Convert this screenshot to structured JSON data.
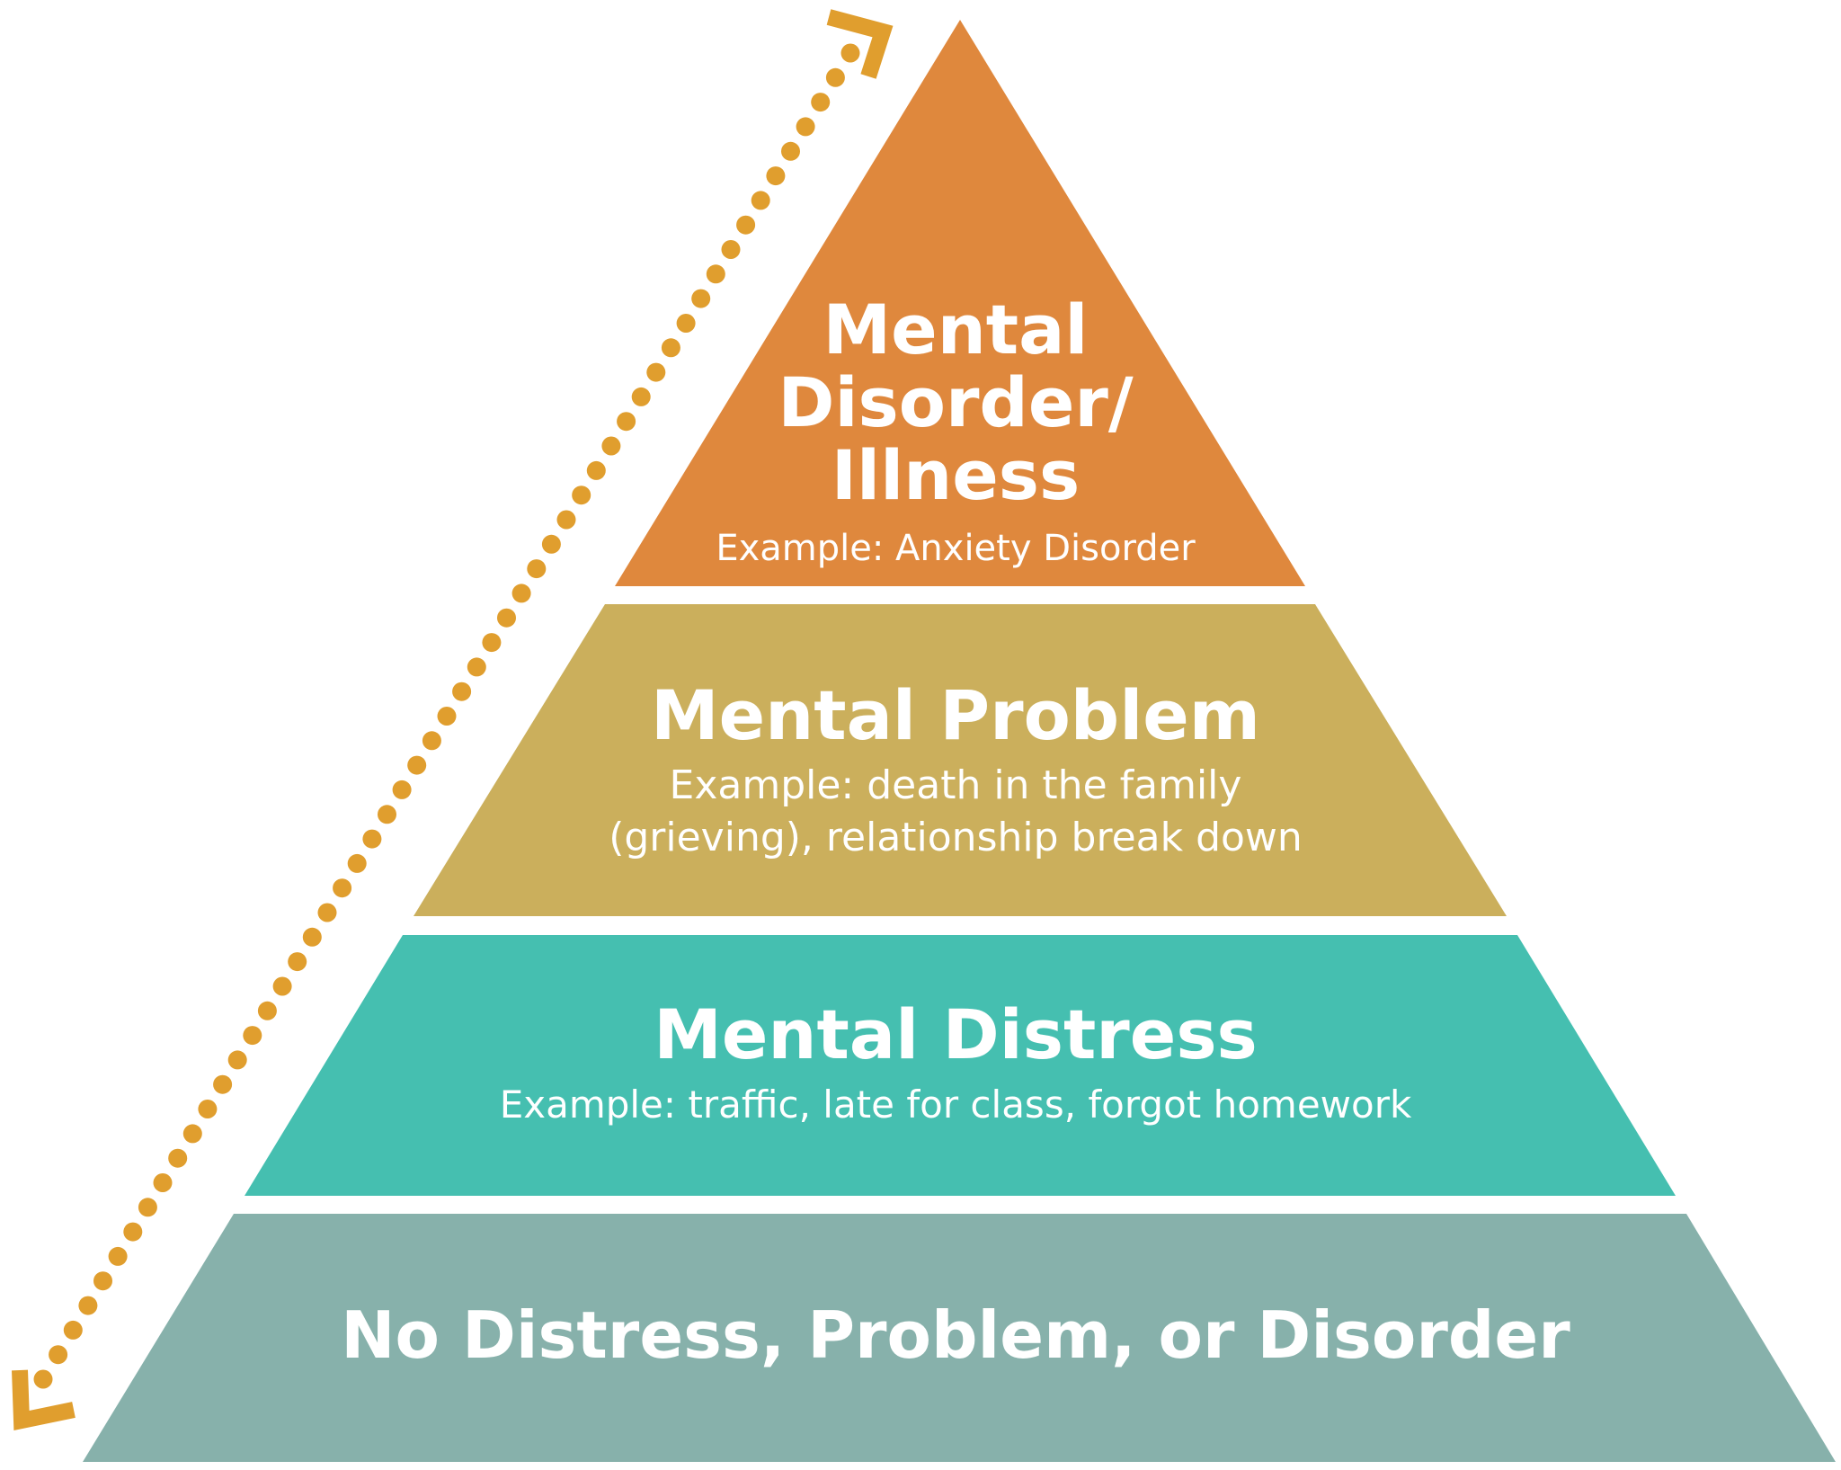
{
  "colors": {
    "background": "#ffffff",
    "arrow": "#E09E2E",
    "text": "#ffffff"
  },
  "arrow": {
    "kind": "dotted double-headed arrow"
  },
  "tiers": [
    {
      "title_lines": [
        "Mental",
        "Disorder/",
        "Illness"
      ],
      "example": "Example: Anxiety Disorder",
      "color": "#DF883D"
    },
    {
      "title_lines": [
        "Mental Problem"
      ],
      "example_lines": [
        "Example: death in the family",
        "(grieving), relationship break down"
      ],
      "color": "#CBAF5C"
    },
    {
      "title_lines": [
        "Mental Distress"
      ],
      "example": "Example: traffic, late for class, forgot homework",
      "color": "#45BFB0"
    },
    {
      "title_lines": [
        "No Distress, Problem, or Disorder"
      ],
      "color": "#87B1AB"
    }
  ]
}
